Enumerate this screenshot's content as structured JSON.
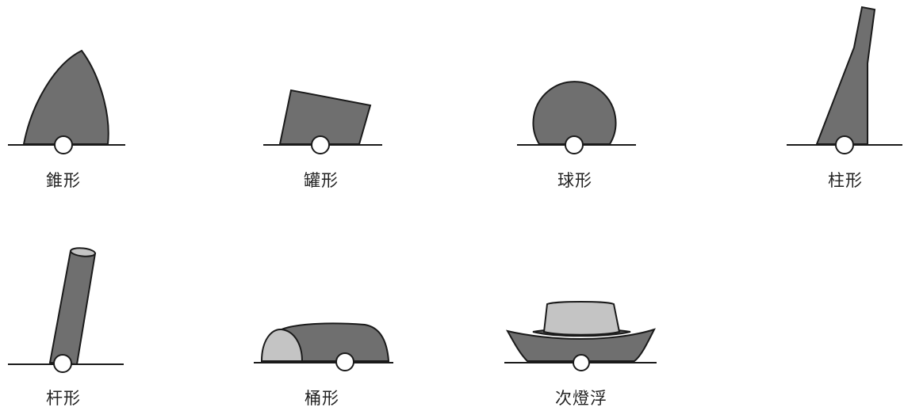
{
  "colors": {
    "dark_fill": "#6f6f6f",
    "light_fill": "#c4c4c4",
    "stroke": "#1a1a1a",
    "ring_fill": "#ffffff"
  },
  "buoys": [
    {
      "id": "conical",
      "label": "錐形"
    },
    {
      "id": "can",
      "label": "罐形"
    },
    {
      "id": "spherical",
      "label": "球形"
    },
    {
      "id": "pillar",
      "label": "柱形"
    },
    {
      "id": "spar",
      "label": "杆形"
    },
    {
      "id": "barrel",
      "label": "桶形"
    },
    {
      "id": "lightship",
      "label": "次燈浮"
    }
  ]
}
